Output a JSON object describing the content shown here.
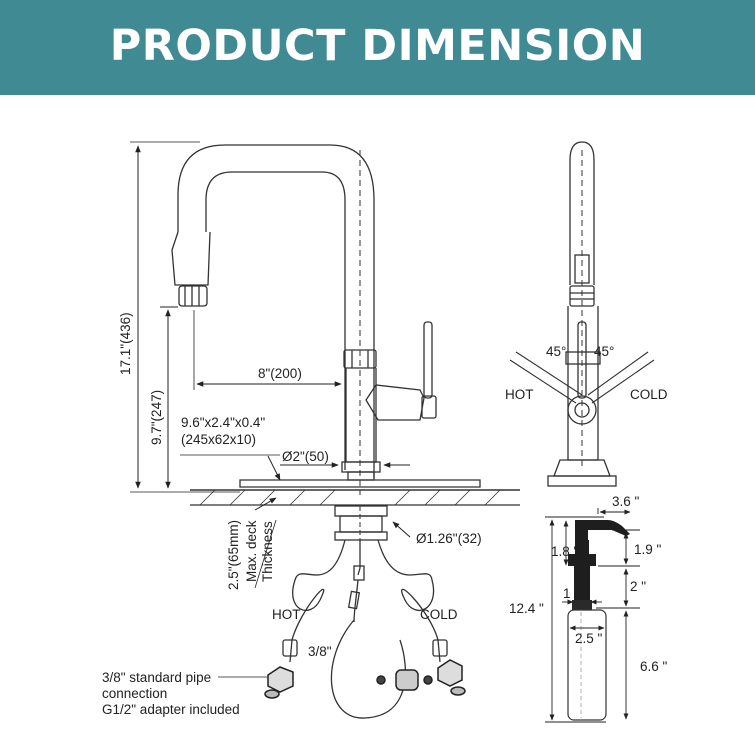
{
  "header": {
    "title": "PRODUCT DIMENSION",
    "background": "#3f8a93",
    "text_color": "#ffffff"
  },
  "faucet_front": {
    "total_height": "17.1\"(436)",
    "spout_height": "9.7\"(247)",
    "spout_reach": "8\"(200)",
    "deck_plate_size": "9.6\"x2.4\"x0.4\"",
    "deck_plate_size_mm": "(245x62x10)",
    "base_diameter": "Ø2\"(50)",
    "deck_thickness_line1": "2.5\"(65mm)",
    "deck_thickness_line2": "Max. deck",
    "deck_thickness_line3": "Thickness",
    "shank_diameter": "Ø1.26\"(32)",
    "hose_hot": "HOT",
    "hose_cold": "COLD",
    "hose_size": "3/8\"",
    "connection_line1": "3/8\" standard pipe",
    "connection_line2": "connection",
    "connection_line3": "G1/2\" adapter included"
  },
  "faucet_side": {
    "angle_left": "45°",
    "angle_right": "45°",
    "hot_label": "HOT",
    "cold_label": "COLD"
  },
  "soap_dispenser": {
    "nozzle_reach": "3.6 \"",
    "total_height": "12.4 \"",
    "pump_height": "1.8 \"",
    "top_section": "1.9 \"",
    "shank_length": "2 \"",
    "shank_diameter": "1 \"",
    "bottle_diameter": "2.5 \"",
    "bottle_height": "6.6 \""
  }
}
